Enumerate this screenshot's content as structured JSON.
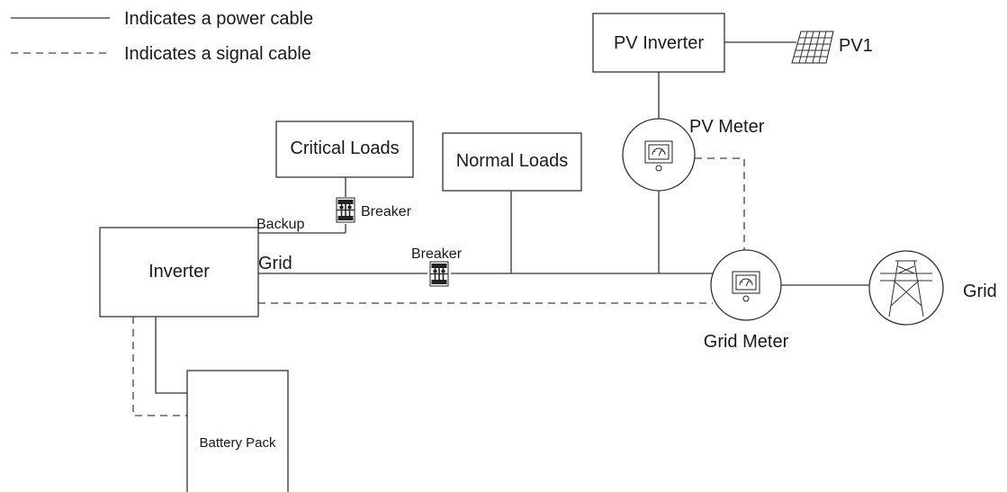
{
  "legend": {
    "power_label": "Indicates a power cable",
    "signal_label": "Indicates a signal cable"
  },
  "components": {
    "pv_inverter": "PV Inverter",
    "pv1": "PV1",
    "pv_meter": "PV Meter",
    "critical_loads": "Critical Loads",
    "normal_loads": "Normal Loads",
    "inverter": "Inverter",
    "grid_meter": "Grid Meter",
    "grid_source": "Grid",
    "battery_pack": "Battery Pack"
  },
  "connections": {
    "backup_label": "Backup",
    "grid_label": "Grid",
    "breaker_backup": "Breaker",
    "breaker_grid": "Breaker"
  },
  "colors": {
    "line": "#333333",
    "text": "#1a1a1a",
    "background": "#ffffff"
  }
}
